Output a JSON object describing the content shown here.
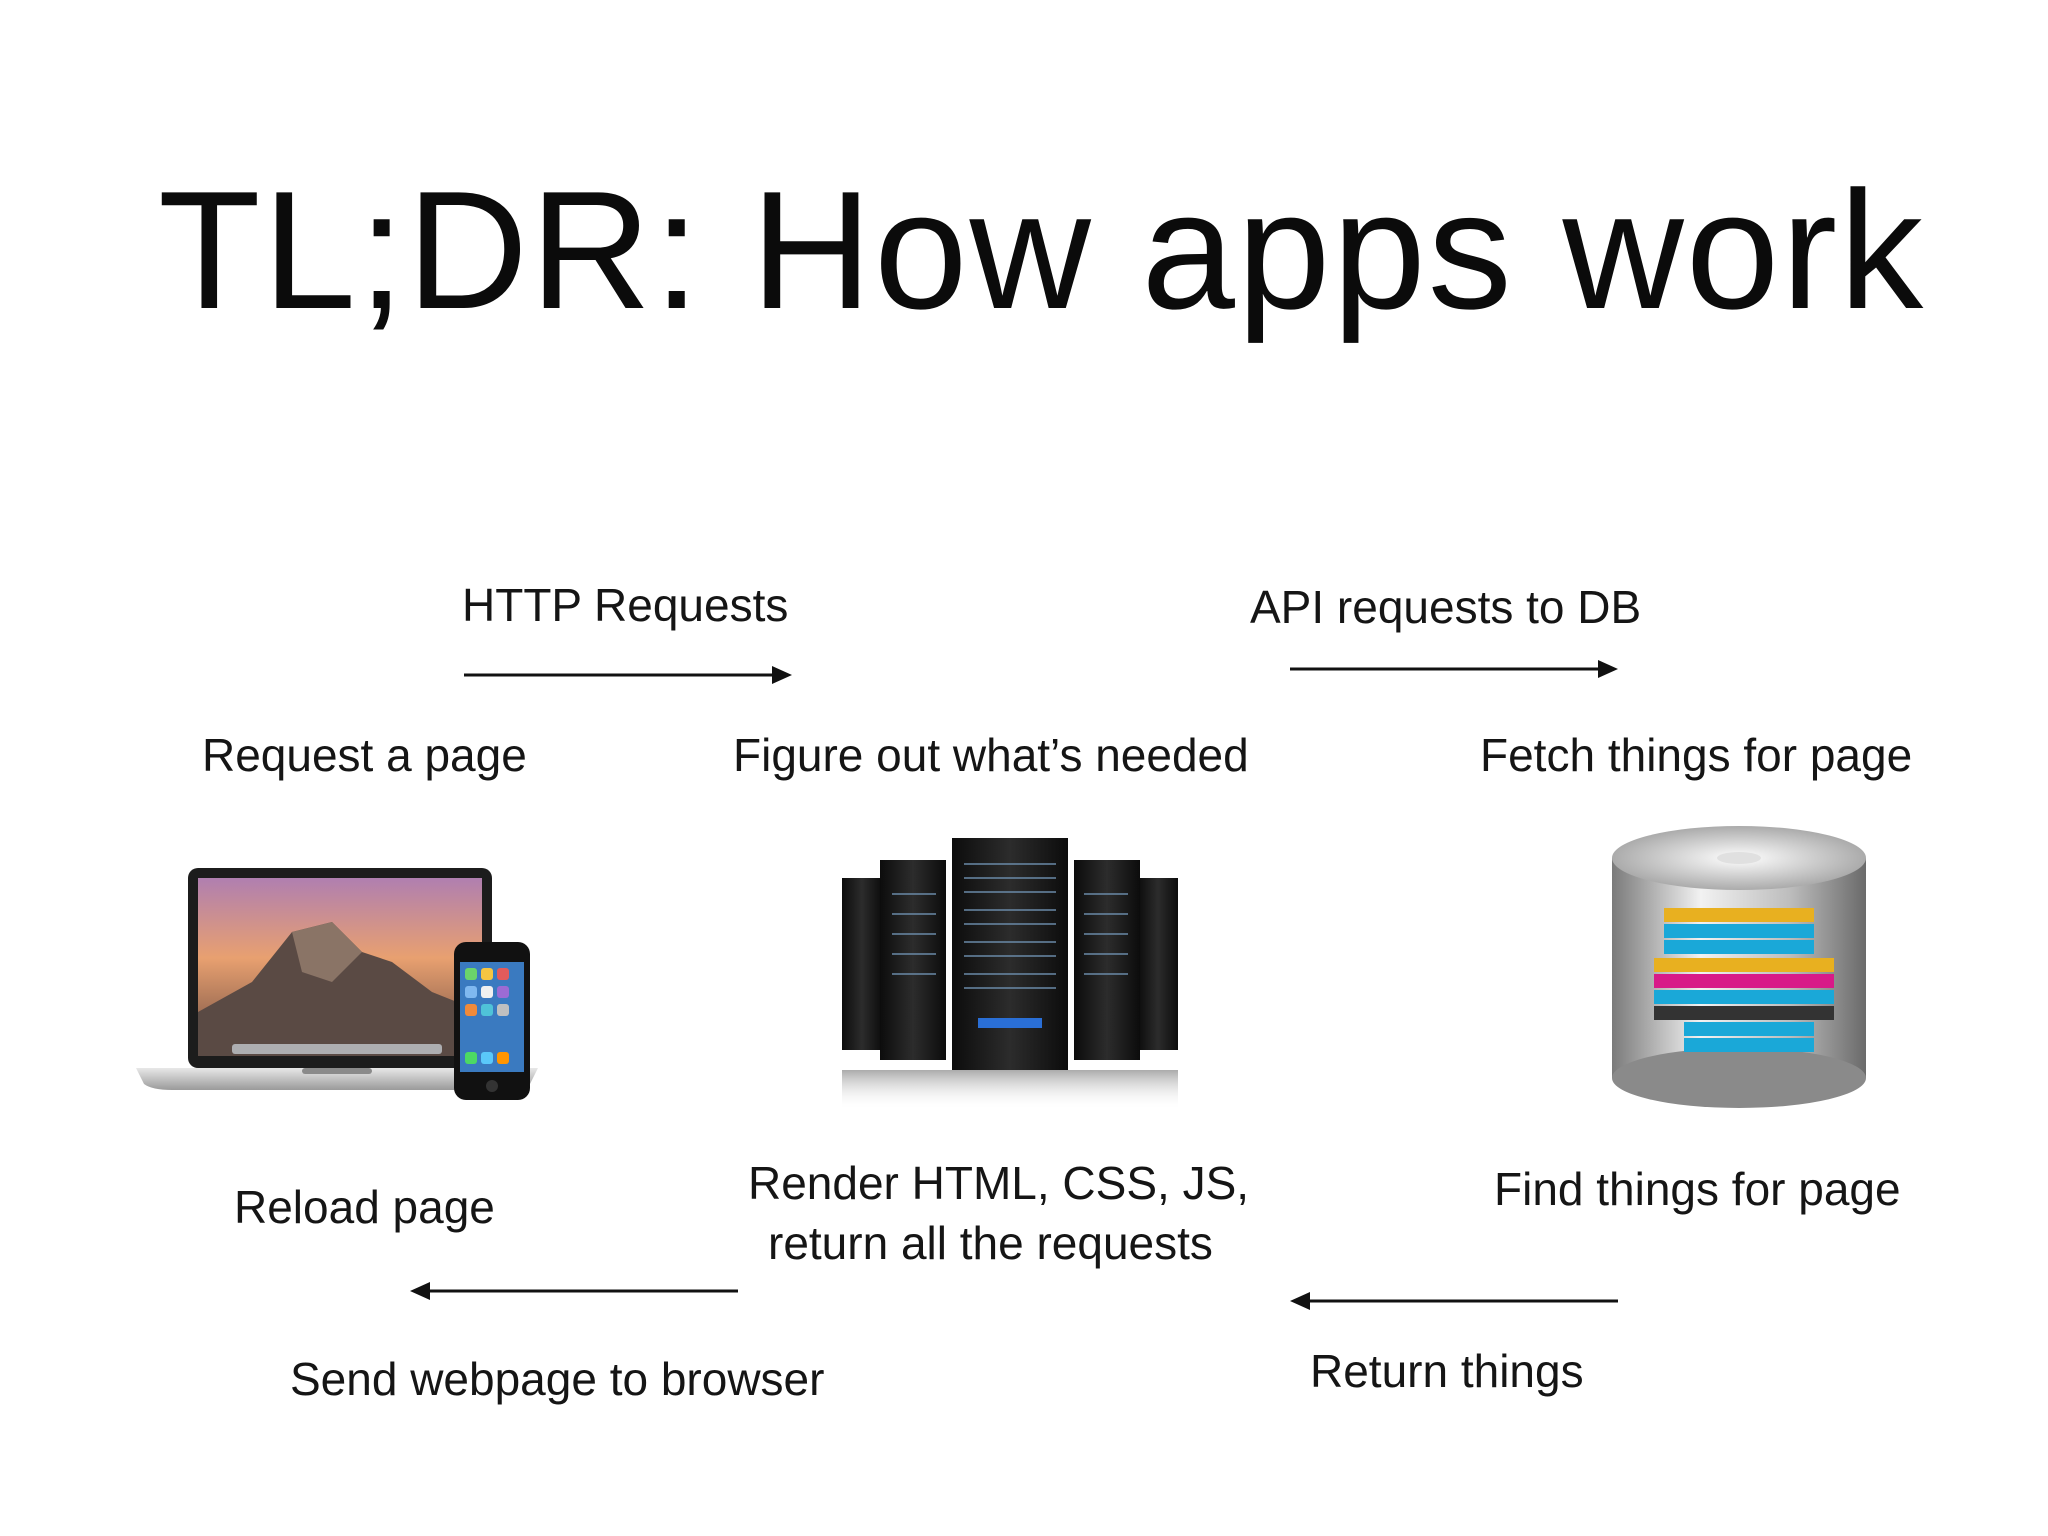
{
  "title": "TL;DR: How apps work",
  "top_arrows": {
    "http": "HTTP Requests",
    "api": "API requests to DB"
  },
  "steps": {
    "request": "Request a page",
    "figure_out": "Figure out what’s needed",
    "fetch": "Fetch things for page",
    "reload": "Reload page",
    "render_line1": "Render HTML, CSS, JS,",
    "render_line2": "return all the requests",
    "find": "Find things for page"
  },
  "bottom_arrows": {
    "send": "Send webpage to browser",
    "return": "Return things"
  },
  "icons": {
    "client": "laptop-and-phone-icon",
    "server": "server-rack-icon",
    "database": "database-icon"
  },
  "colors": {
    "background": "#ffffff",
    "text": "#111111",
    "arrow": "#111111"
  }
}
